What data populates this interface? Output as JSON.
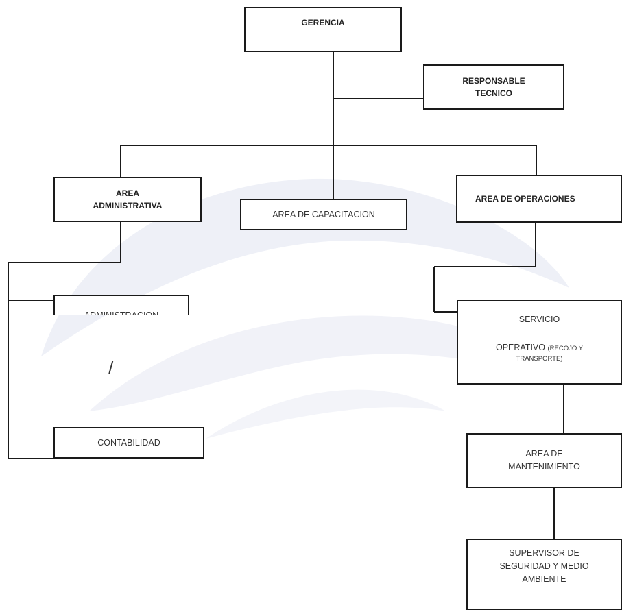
{
  "nodes": {
    "gerencia": {
      "label": "GERENCIA"
    },
    "responsable_tecnico": {
      "line1": "RESPONSABLE",
      "line2": "TECNICO"
    },
    "area_administrativa": {
      "line1": "AREA",
      "line2": "ADMINISTRATIVA"
    },
    "area_capacitacion": {
      "label": "AREA DE CAPACITACION"
    },
    "area_operaciones": {
      "label": "AREA DE OPERACIONES"
    },
    "administracion": {
      "label": "ADMINISTRACION"
    },
    "contabilidad": {
      "label": "CONTABILIDAD"
    },
    "servicio_operativo": {
      "line1": "SERVICIO",
      "line2_main": "OPERATIVO",
      "line2_small": "(RECOJO Y",
      "line3": "TRANSPORTE)"
    },
    "area_mantenimiento": {
      "line1": "AREA DE",
      "line2": "MANTENIMIENTO"
    },
    "supervisor": {
      "line1": "SUPERVISOR DE",
      "line2": "SEGURIDAD Y MEDIO",
      "line3": "AMBIENTE"
    }
  },
  "stray_mark": "/",
  "colors": {
    "line": "#1a1a1a",
    "watermark": "#eef0f7"
  }
}
